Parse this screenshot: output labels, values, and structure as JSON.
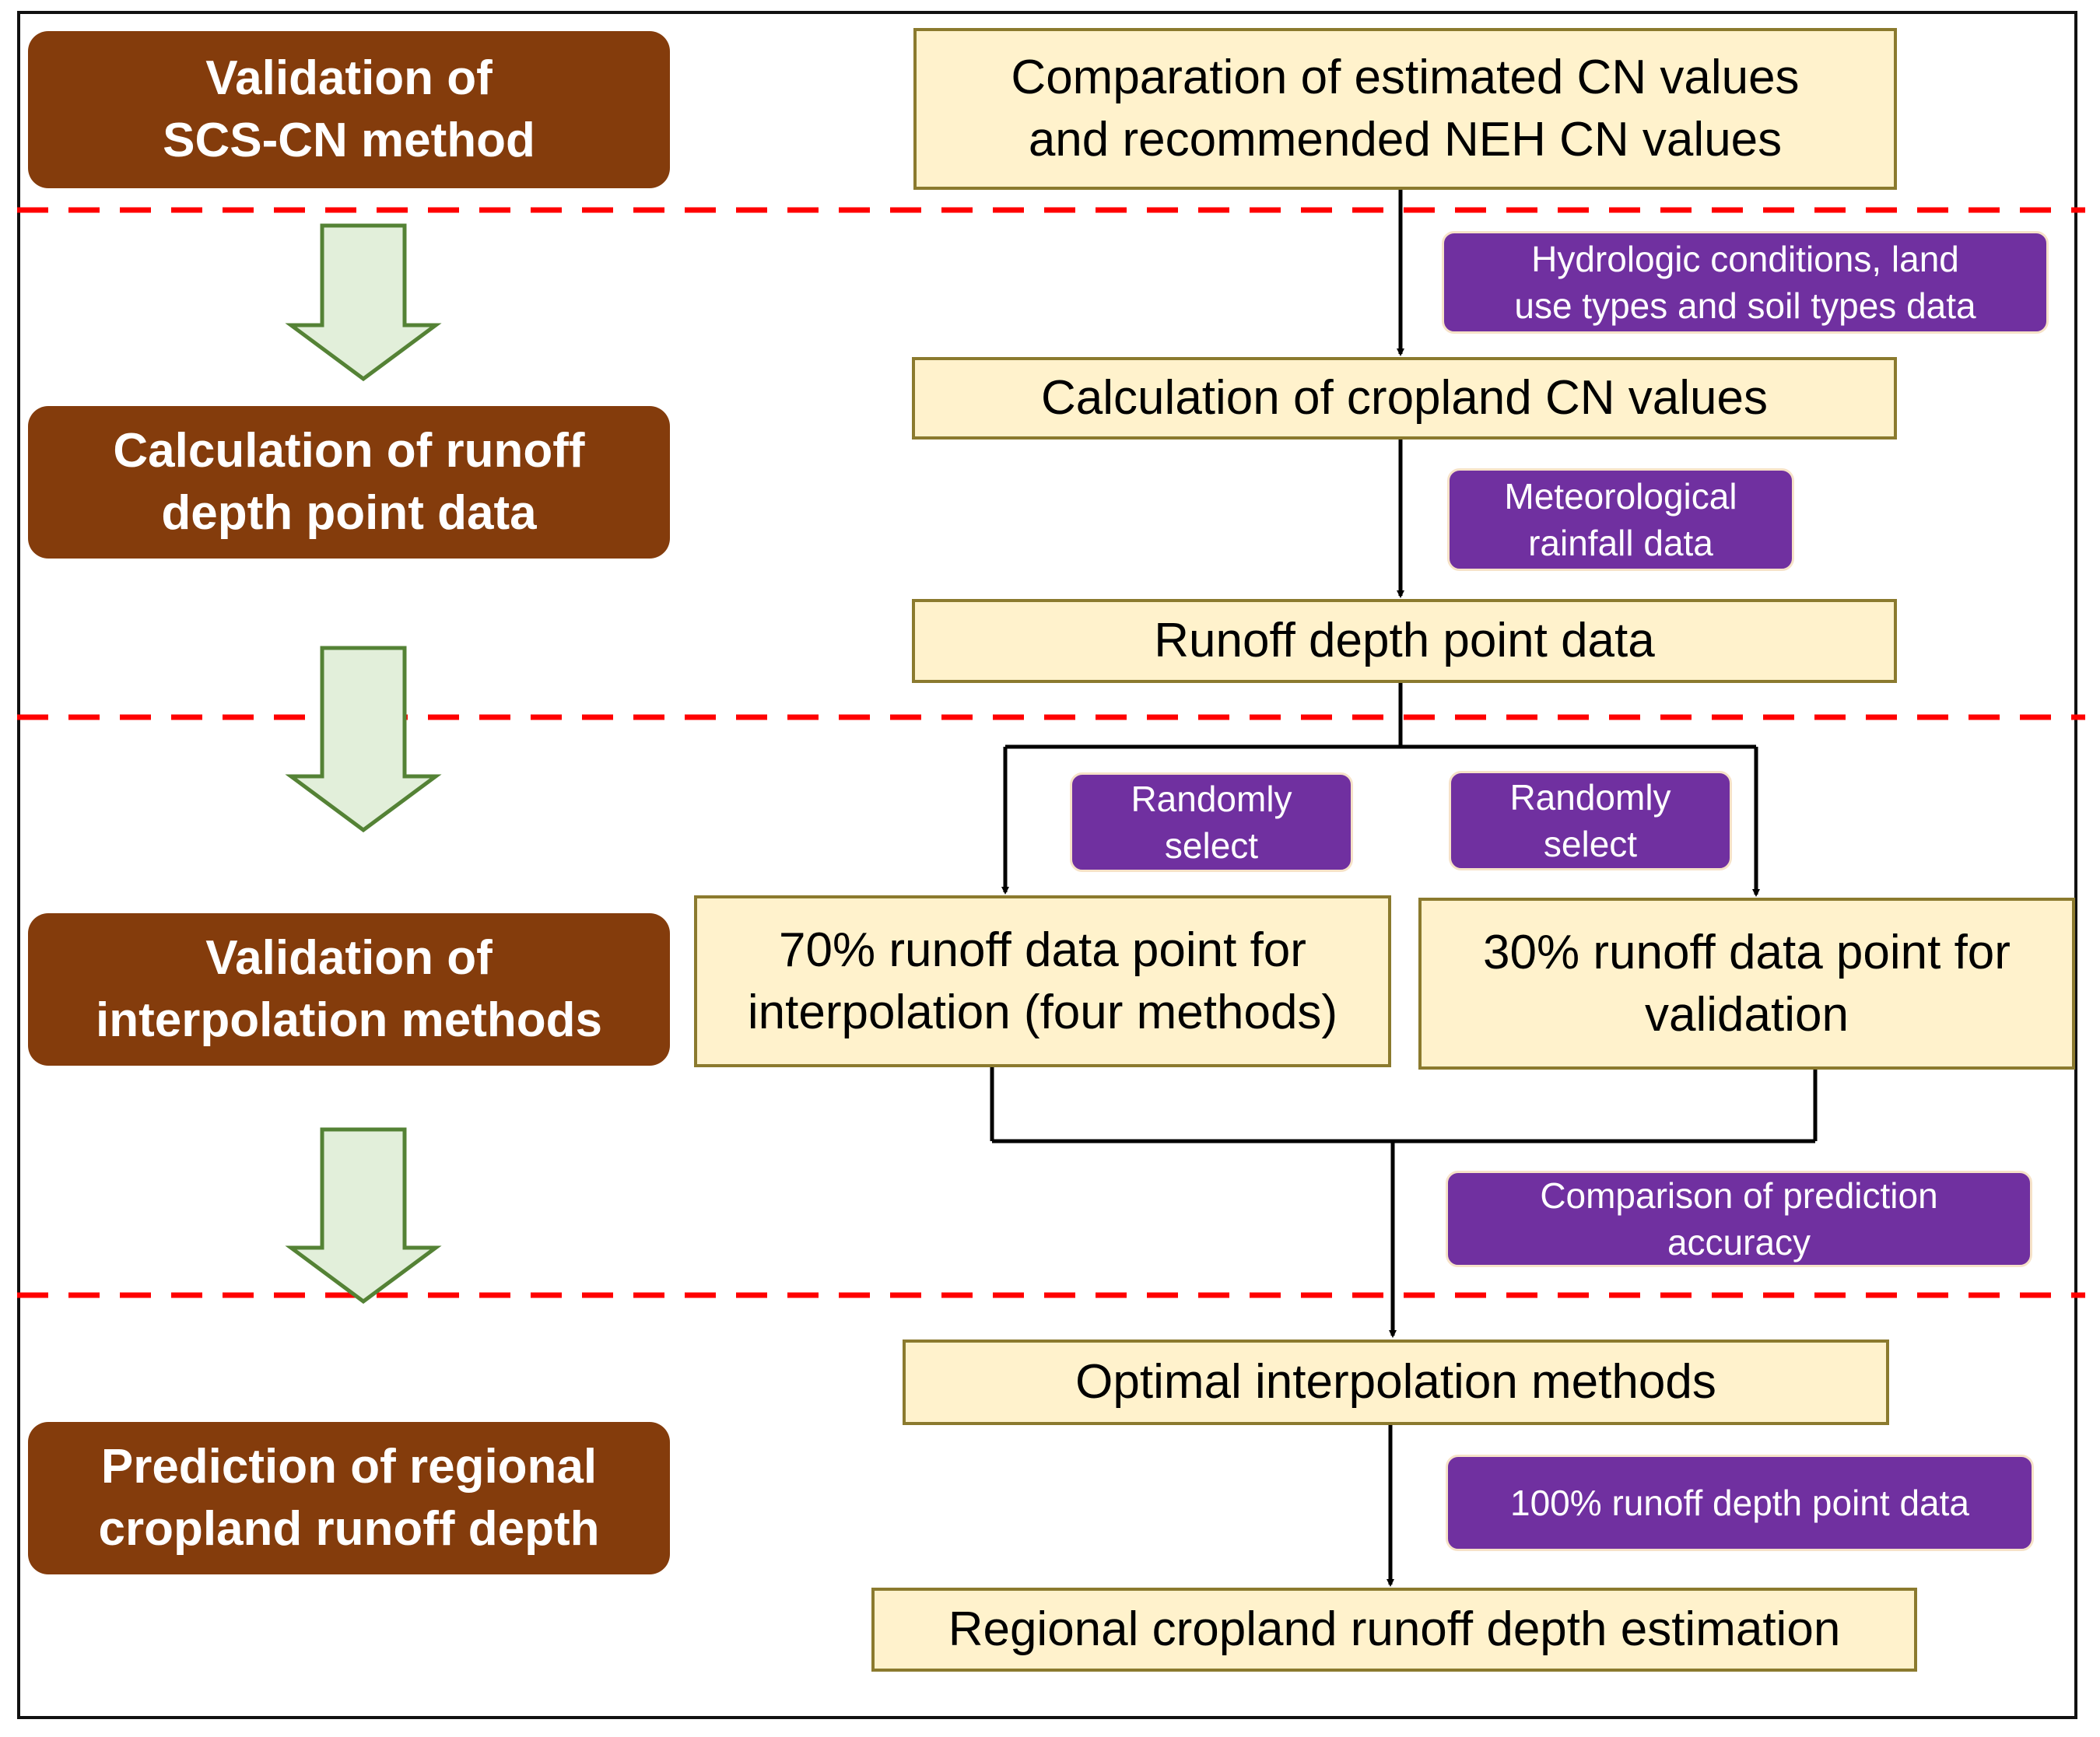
{
  "stages": {
    "validation_scs_cn": [
      "Validation of",
      "SCS-CN method"
    ],
    "calc_runoff_points": [
      "Calculation of runoff",
      "depth point data"
    ],
    "validation_interpolation": [
      "Validation of",
      "interpolation methods"
    ],
    "prediction_regional": [
      "Prediction of regional",
      "cropland runoff depth"
    ]
  },
  "process_boxes": {
    "comparation_cn": [
      "Comparation of estimated CN values",
      "and recommended NEH CN values"
    ],
    "calc_cropland_cn": [
      "Calculation of cropland CN values"
    ],
    "runoff_point_data": [
      "Runoff depth point data"
    ],
    "interp_70": [
      "70% runoff data point for",
      "interpolation (four methods)"
    ],
    "valid_30": [
      "30% runoff data point for",
      "validation"
    ],
    "optimal_methods": [
      "Optimal interpolation methods"
    ],
    "regional_estimation": [
      "Regional cropland runoff depth estimation"
    ]
  },
  "notes": {
    "hydrologic_data": [
      "Hydrologic conditions, land",
      "use types and soil types data"
    ],
    "rainfall_data": [
      "Meteorological",
      "rainfall data"
    ],
    "random_select_left": [
      "Randomly",
      "select"
    ],
    "random_select_right": [
      "Randomly",
      "select"
    ],
    "prediction_accuracy": [
      "Comparison of prediction",
      "accuracy"
    ],
    "full_runoff_data": [
      "100% runoff depth point data"
    ]
  },
  "colors": {
    "stage_fill": "#843C0C",
    "process_fill": "#FFF2CC",
    "process_border": "#8B7A2E",
    "note_fill": "#7030A0",
    "divider": "#FF0000",
    "down_arrow_fill": "#E2EFDA",
    "down_arrow_stroke": "#548235"
  }
}
